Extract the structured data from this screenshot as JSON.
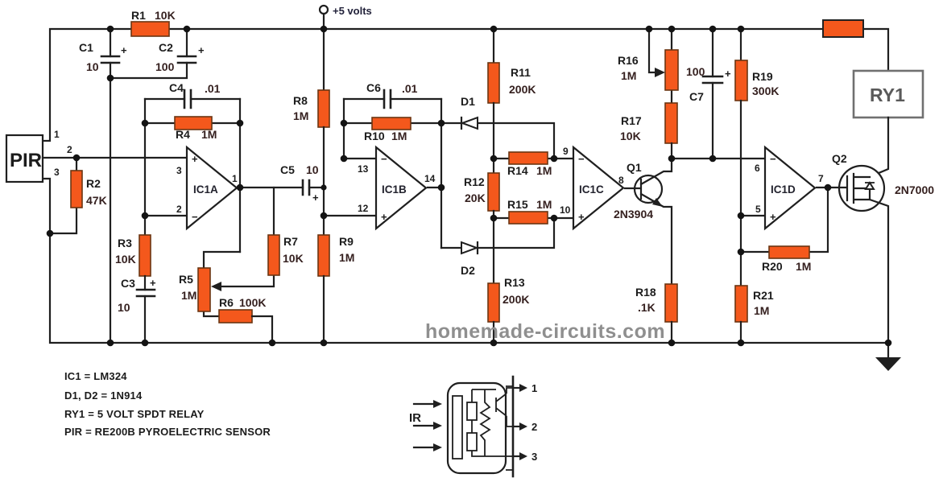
{
  "colors": {
    "resistor_fill": "#f4581c",
    "wire": "#1f1f1f",
    "watermark_gray": "#8f8f8f",
    "relay_gray": "#707070",
    "background": "#ffffff"
  },
  "power_rail": {
    "label": "+5 volts"
  },
  "watermark": "homemade-circuits.com",
  "pir": {
    "label": "PIR",
    "pin1": "1",
    "pin2": "2",
    "pin3": "3"
  },
  "relay": {
    "label": "RY1"
  },
  "opamps": {
    "a": {
      "name": "IC1A",
      "pin_top": "3",
      "pin_bottom": "2",
      "pin_out": "1",
      "sign_top": "+",
      "sign_bottom": "−"
    },
    "b": {
      "name": "IC1B",
      "pin_top": "13",
      "pin_bottom": "12",
      "pin_out": "14",
      "sign_top": "−",
      "sign_bottom": "+"
    },
    "c": {
      "name": "IC1C",
      "pin_top": "9",
      "pin_bottom": "10",
      "pin_out": "8",
      "sign_top": "−",
      "sign_bottom": "+"
    },
    "d": {
      "name": "IC1D",
      "pin_top": "6",
      "pin_bottom": "5",
      "pin_out": "7",
      "sign_top": "−",
      "sign_bottom": "+"
    }
  },
  "resistors": {
    "r1": {
      "ref": "R1",
      "value": "10K"
    },
    "r2": {
      "ref": "R2",
      "value": "47K"
    },
    "r3": {
      "ref": "R3",
      "value": "10K"
    },
    "r4": {
      "ref": "R4",
      "value": "1M"
    },
    "r5": {
      "ref": "R5",
      "value": "1M"
    },
    "r6": {
      "ref": "R6",
      "value": "100K"
    },
    "r7": {
      "ref": "R7",
      "value": "10K"
    },
    "r8": {
      "ref": "R8",
      "value": "1M"
    },
    "r9": {
      "ref": "R9",
      "value": "1M"
    },
    "r10": {
      "ref": "R10",
      "value": "1M"
    },
    "r11": {
      "ref": "R11",
      "value": "200K"
    },
    "r12": {
      "ref": "R12",
      "value": "20K"
    },
    "r13": {
      "ref": "R13",
      "value": "200K"
    },
    "r14": {
      "ref": "R14",
      "value": "1M"
    },
    "r15": {
      "ref": "R15",
      "value": "1M"
    },
    "r16": {
      "ref": "R16",
      "value": "1M"
    },
    "r17": {
      "ref": "R17",
      "value": "10K"
    },
    "r18": {
      "ref": "R18",
      "value": ".1K"
    },
    "r19": {
      "ref": "R19",
      "value": "300K"
    },
    "r20": {
      "ref": "R20",
      "value": "1M"
    },
    "r21": {
      "ref": "R21",
      "value": "1M"
    }
  },
  "capacitors": {
    "c1": {
      "ref": "C1",
      "value": "10",
      "plus": "+"
    },
    "c2": {
      "ref": "C2",
      "value": "100",
      "plus": "+"
    },
    "c3": {
      "ref": "C3",
      "value": "10",
      "plus": "+"
    },
    "c4": {
      "ref": "C4",
      "value": ".01"
    },
    "c5": {
      "ref": "C5",
      "value": "10",
      "plus": "+"
    },
    "c6": {
      "ref": "C6",
      "value": ".01"
    },
    "c7": {
      "ref": "C7",
      "value": "100",
      "plus": "+"
    }
  },
  "diodes": {
    "d1": "D1",
    "d2": "D2"
  },
  "transistors": {
    "q1": {
      "ref": "Q1",
      "part": "2N3904"
    },
    "q2": {
      "ref": "Q2",
      "part": "2N7000"
    }
  },
  "legend": {
    "line1": "IC1 = LM324",
    "line2": "D1, D2 = 1N914",
    "line3": "RY1 = 5 VOLT SPDT RELAY",
    "line4": "PIR = RE200B PYROELECTRIC SENSOR"
  },
  "sensor_detail": {
    "label": "IR",
    "pin1": "1",
    "pin2": "2",
    "pin3": "3"
  }
}
